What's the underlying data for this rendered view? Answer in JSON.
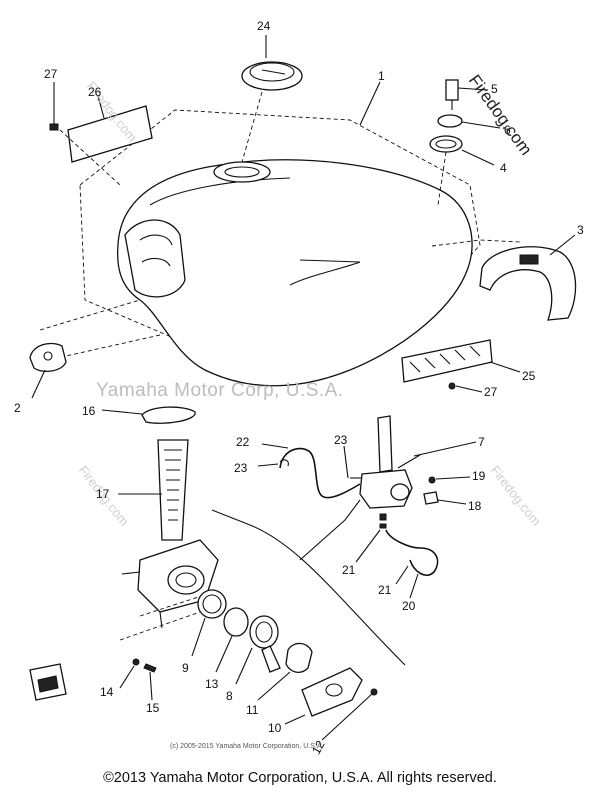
{
  "watermarks": {
    "center": "Yamaha Motor Corp, U.S.A.",
    "brand": "Firedog.com"
  },
  "callouts": [
    {
      "id": "c1",
      "text": "1"
    },
    {
      "id": "c2",
      "text": "2"
    },
    {
      "id": "c3",
      "text": "3"
    },
    {
      "id": "c4",
      "text": "4"
    },
    {
      "id": "c5",
      "text": "5"
    },
    {
      "id": "c6",
      "text": "6"
    },
    {
      "id": "c7",
      "text": "7"
    },
    {
      "id": "c8",
      "text": "8"
    },
    {
      "id": "c9",
      "text": "9"
    },
    {
      "id": "c10",
      "text": "10"
    },
    {
      "id": "c11",
      "text": "11"
    },
    {
      "id": "c12",
      "text": "12"
    },
    {
      "id": "c13",
      "text": "13"
    },
    {
      "id": "c14",
      "text": "14"
    },
    {
      "id": "c15",
      "text": "15"
    },
    {
      "id": "c16",
      "text": "16"
    },
    {
      "id": "c17",
      "text": "17"
    },
    {
      "id": "c18",
      "text": "18"
    },
    {
      "id": "c19",
      "text": "19"
    },
    {
      "id": "c20",
      "text": "20"
    },
    {
      "id": "c21a",
      "text": "21"
    },
    {
      "id": "c21b",
      "text": "21"
    },
    {
      "id": "c22",
      "text": "22"
    },
    {
      "id": "c23a",
      "text": "23"
    },
    {
      "id": "c23b",
      "text": "23"
    },
    {
      "id": "c24",
      "text": "24"
    },
    {
      "id": "c25",
      "text": "25"
    },
    {
      "id": "c26",
      "text": "26"
    },
    {
      "id": "c27a",
      "text": "27"
    },
    {
      "id": "c27b",
      "text": "27"
    }
  ],
  "copyright_small": "(c) 2005-2015 Yamaha Motor Corporation, U.S.A.",
  "copyright_main": "©2013 Yamaha Motor Corporation, U.S.A. All rights reserved."
}
